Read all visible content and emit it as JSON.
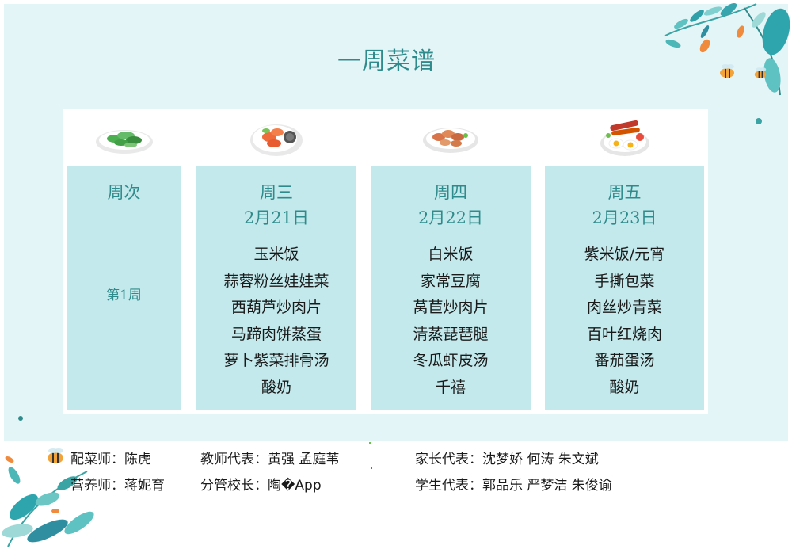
{
  "title": "一周菜谱",
  "header": {
    "label": "周次",
    "week": "第1周"
  },
  "days": [
    {
      "day": "周三",
      "date": "2月21日",
      "items": [
        "玉米饭",
        "蒜蓉粉丝娃娃菜",
        "西葫芦炒肉片",
        "马蹄肉饼蒸蛋",
        "萝卜紫菜排骨汤",
        "酸奶"
      ]
    },
    {
      "day": "周四",
      "date": "2月22日",
      "items": [
        "白米饭",
        "家常豆腐",
        "莴苣炒肉片",
        "清蒸琵琶腿",
        "冬瓜虾皮汤",
        "千禧"
      ]
    },
    {
      "day": "周五",
      "date": "2月23日",
      "items": [
        "紫米饭/元宵",
        "手撕包菜",
        "肉丝炒青菜",
        "百叶红烧肉",
        "番茄蛋汤",
        "酸奶"
      ]
    }
  ],
  "footer": {
    "chef": "配菜师：陈虎",
    "teacher_rep": "教师代表：黄强  孟庭苇",
    "parent_rep": "家长代表：沈梦娇  何涛  朱文斌",
    "nutritionist": "营养师：蒋妮育",
    "principal": "分管校长：陶�App",
    "student_rep": "学生代表：郭品乐  严梦洁  朱俊谕"
  },
  "colors": {
    "panel_bg": "#e4f5f7",
    "cell_bg": "#c3e9ec",
    "accent": "#2f8b8b"
  }
}
